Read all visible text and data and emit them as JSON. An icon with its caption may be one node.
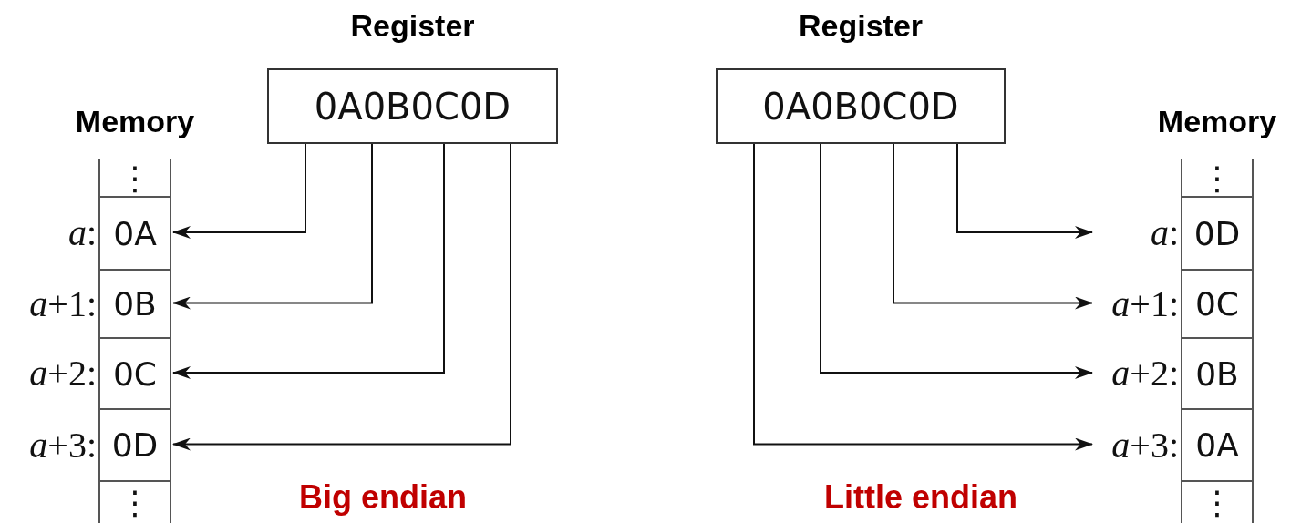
{
  "diagram": {
    "nodes": [
      {
        "text": [
          "Register",
          "0A0B0C0D"
        ]
      },
      {
        "text": [
          "Memory"
        ]
      },
      {
        "text": [
          "⋮"
        ],
        "in": 1
      },
      {
        "text": [
          "0A"
        ],
        "in": 1,
        "beside": [
          "*a*:"
        ]
      },
      {
        "text": [
          "0B"
        ],
        "in": 1,
        "beside": [
          "*a*+1:"
        ]
      },
      {
        "text": [
          "0C"
        ],
        "in": 1,
        "beside": [
          "*a*+2:"
        ]
      },
      {
        "text": [
          "0D"
        ],
        "in": 1,
        "beside": [
          "*a*+3:"
        ]
      },
      {
        "text": [
          "⋮"
        ],
        "in": 1
      },
      {
        "text": [
          "Register",
          "0A0B0C0D"
        ]
      },
      {
        "text": [
          "Memory"
        ]
      },
      {
        "text": [
          "⋮"
        ],
        "in": 9
      },
      {
        "text": [
          "0D"
        ],
        "in": 9,
        "beside": [
          "*a*:"
        ]
      },
      {
        "text": [
          "0C"
        ],
        "in": 9,
        "beside": [
          "*a*+1:"
        ]
      },
      {
        "text": [
          "0B"
        ],
        "in": 9,
        "beside": [
          "*a*+2:"
        ]
      },
      {
        "text": [
          "0A"
        ],
        "in": 9,
        "beside": [
          "*a*+3:"
        ]
      },
      {
        "text": [
          "⋮"
        ],
        "in": 9
      }
    ],
    "edges": [
      {
        "from": 0,
        "to": 3,
        "arrow": "to"
      },
      {
        "from": 0,
        "to": 4,
        "arrow": "to"
      },
      {
        "from": 0,
        "to": 5,
        "arrow": "to"
      },
      {
        "from": 0,
        "to": 6,
        "arrow": "to"
      },
      {
        "from": 8,
        "to": 11,
        "arrow": "to"
      },
      {
        "from": 8,
        "to": 12,
        "arrow": "to"
      },
      {
        "from": 8,
        "to": 13,
        "arrow": "to"
      },
      {
        "from": 8,
        "to": 14,
        "arrow": "to"
      }
    ],
    "labels": [
      "Big endian",
      "Little endian"
    ]
  }
}
